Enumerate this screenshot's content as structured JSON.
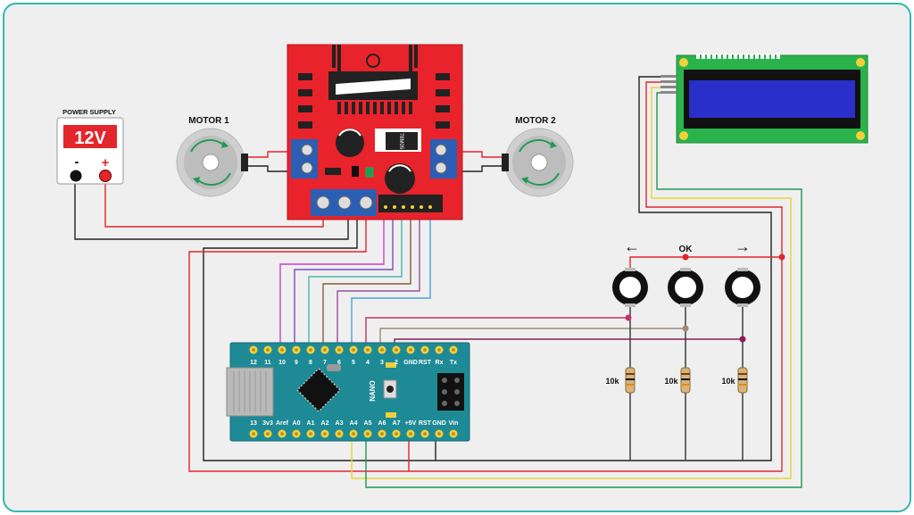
{
  "power_supply": {
    "title": "POWER SUPPLY",
    "voltage": "12V",
    "minus": "-",
    "plus": "+"
  },
  "motors": {
    "motor1": "MOTOR 1",
    "motor2": "MOTOR 2"
  },
  "driver": {
    "regulator": "78M05"
  },
  "buttons": {
    "left": "←",
    "ok": "OK",
    "right": "→"
  },
  "resistors": {
    "r1": "10k",
    "r2": "10k",
    "r3": "10k"
  },
  "nano": {
    "chip": "NANO",
    "top_pins": [
      "12",
      "11",
      "10",
      "9",
      "8",
      "7",
      "6",
      "5",
      "4",
      "3",
      "2",
      "GND",
      "RST",
      "Rx",
      "Tx"
    ],
    "bottom_pins": [
      "13",
      "3v3",
      "Aref",
      "A0",
      "A1",
      "A2",
      "A3",
      "A4",
      "A5",
      "A6",
      "A7",
      "+5V",
      "RST",
      "GND",
      "Vin"
    ]
  },
  "colors": {
    "driver_board": "#e8232b",
    "arduino_board": "#1e8a96",
    "lcd_board": "#2ab34b",
    "lcd_screen": "#2b2fc9",
    "wire_red": "#e3262b",
    "wire_black": "#222222"
  }
}
